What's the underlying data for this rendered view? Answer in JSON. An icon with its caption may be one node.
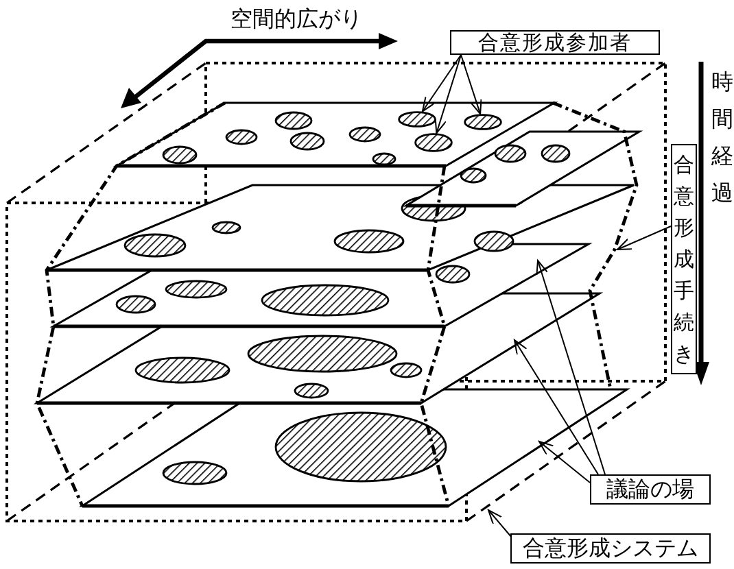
{
  "diagram": {
    "nodes": [
      {
        "text": [
          "合意形成参加者"
        ]
      },
      {
        "text": [],
        "shape": "circle"
      },
      {
        "text": [],
        "shape": "circle"
      },
      {
        "text": [],
        "shape": "circle"
      },
      {
        "text": [
          "合意形成手続き"
        ]
      },
      {
        "text": [
          "議論の場"
        ]
      },
      {
        "text": [
          "合意形成システム"
        ]
      }
    ],
    "edges": [
      {
        "from": 0,
        "to": 1,
        "arrow": "to"
      },
      {
        "from": 0,
        "to": 2,
        "arrow": "to"
      },
      {
        "from": 0,
        "to": 3,
        "arrow": "to"
      },
      {
        "from": 4,
        "to": null,
        "arrow": "to"
      },
      {
        "from": 5,
        "to": null,
        "arrow": "to"
      },
      {
        "from": 5,
        "to": null,
        "arrow": "to"
      },
      {
        "from": 5,
        "to": null,
        "arrow": "to"
      },
      {
        "from": 6,
        "to": null,
        "arrow": "to"
      }
    ],
    "labels": [
      "空間的広がり",
      "時間経過"
    ]
  }
}
